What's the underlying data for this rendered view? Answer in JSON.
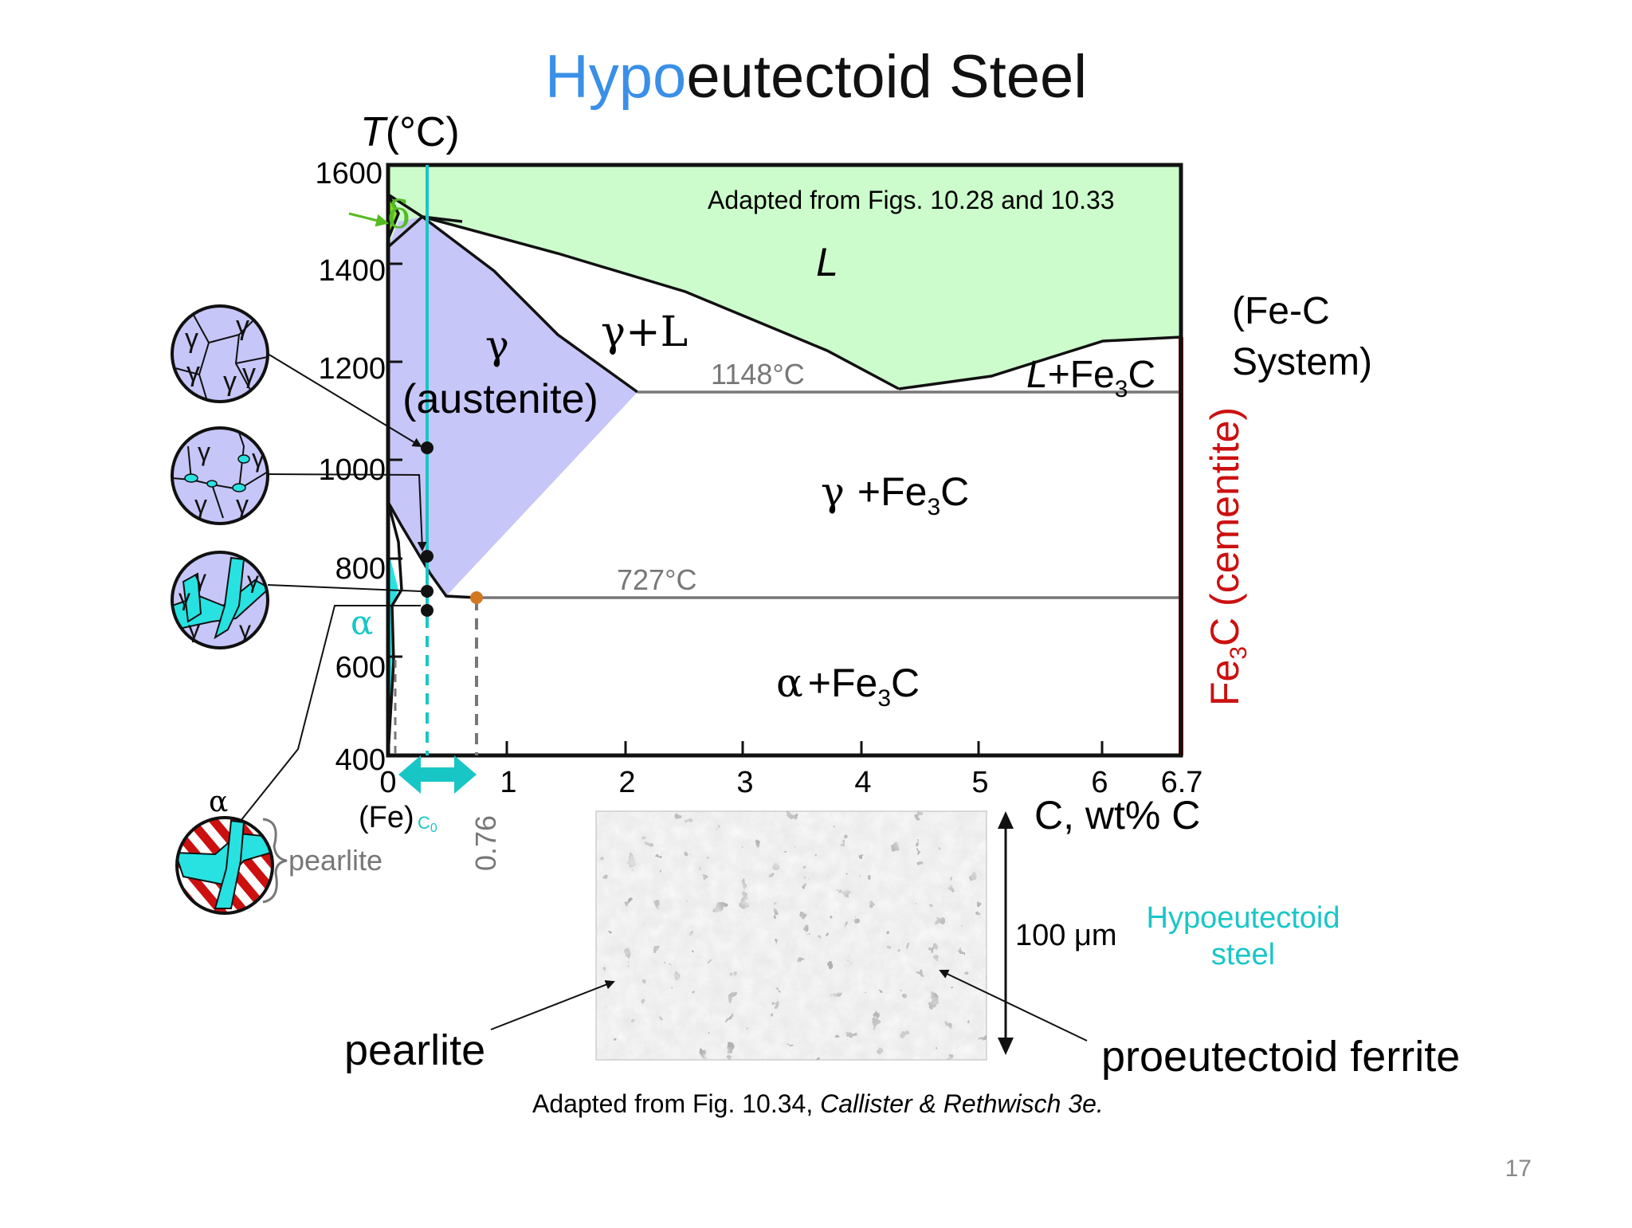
{
  "title": {
    "part1": "Hypo",
    "part2": "eutectoid Steel",
    "part1_color": "#3a8fe8"
  },
  "y_axis": {
    "label_T": "T",
    "label_unit": "(°C)",
    "ticks": [
      "1600",
      "1400",
      "1200",
      "1000",
      "800",
      "600",
      "400"
    ]
  },
  "x_axis": {
    "ticks": [
      "0",
      "1",
      "2",
      "3",
      "4",
      "5",
      "6",
      "6.7"
    ],
    "fe_label": "(Fe)",
    "c0_label": "C",
    "c0_sub": "0",
    "eutectoid_label": "0.76",
    "label": "C, wt% C"
  },
  "phases": {
    "delta": "δ",
    "liquid": "L",
    "gamma": "γ",
    "austenite": "(austenite)",
    "gamma_L": "γ+L",
    "gamma_L_italic": "L",
    "L_Fe3C_L": "L",
    "L_Fe3C_rest": "+Fe",
    "L_Fe3C_sub": "3",
    "L_Fe3C_end": "C",
    "gamma_Fe3C_g": "γ",
    "gamma_Fe3C_rest": "+Fe",
    "gamma_Fe3C_sub": "3",
    "gamma_Fe3C_end": "C",
    "alpha": "α",
    "alpha_Fe3C_a": "α",
    "alpha_Fe3C_rest": "+Fe",
    "alpha_Fe3C_sub": "3",
    "alpha_Fe3C_end": "C",
    "cementite_pre": "Fe",
    "cementite_sub": "3",
    "cementite_post": "C (cementite)"
  },
  "isotherms": {
    "eutectic": "1148°C",
    "eutectoid": "727°C"
  },
  "notes": {
    "adapted_top": "Adapted from Figs. 10.28 and 10.33",
    "system_line1": "(Fe-C",
    "system_line2": "System)",
    "adapted_bottom_plain": "Adapted from Fig. 10.34, ",
    "adapted_bottom_italic": "Callister & Rethwisch 3e."
  },
  "micro": {
    "alpha_label": "α",
    "pearlite_bracket": "pearlite",
    "scale": "100 μm",
    "hypo_line1": "Hypoeutectoid",
    "hypo_line2": "steel",
    "pearlite_label": "pearlite",
    "ferrite_label": "proeutectoid ferrite"
  },
  "page_number": "17",
  "colors": {
    "liquid_fill": "#ccfccc",
    "austenite_fill": "#c6c6f8",
    "alpha_fill": "#28e2e2",
    "cementite_red": "#cc1010",
    "cyan": "#19c6c6",
    "orange": "#d27820",
    "gray_line": "#777777"
  }
}
